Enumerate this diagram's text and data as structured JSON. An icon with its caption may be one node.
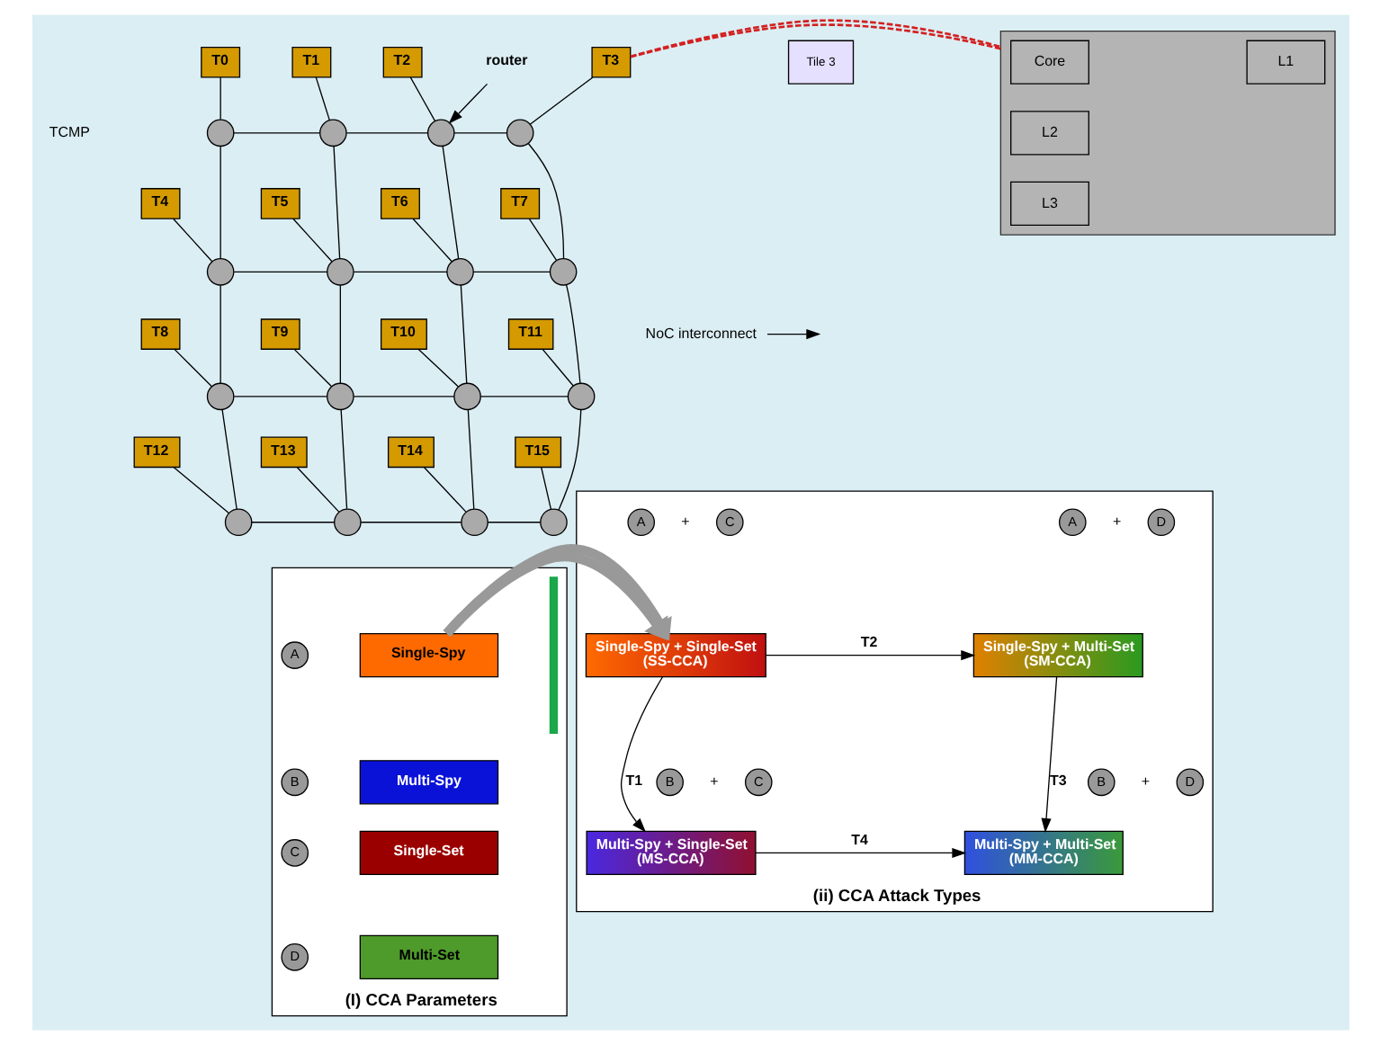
{
  "diagram": {
    "nodes": [
      {
        "text": [
          "T0"
        ]
      },
      {
        "text": [
          "T1"
        ]
      },
      {
        "text": [
          "T2"
        ]
      },
      {
        "text": [
          "T3"
        ]
      },
      {
        "text": [
          "T4"
        ]
      },
      {
        "text": [
          "T5"
        ]
      },
      {
        "text": [
          "T6"
        ]
      },
      {
        "text": [
          "T7"
        ]
      },
      {
        "text": [
          "T8"
        ]
      },
      {
        "text": [
          "T9"
        ]
      },
      {
        "text": [
          "T10"
        ]
      },
      {
        "text": [
          "T11"
        ]
      },
      {
        "text": [
          "T12"
        ]
      },
      {
        "text": [
          "T13"
        ]
      },
      {
        "text": [
          "T14"
        ]
      },
      {
        "text": [
          "T15"
        ]
      },
      {
        "text": [],
        "shape": "circle"
      },
      {
        "text": [],
        "shape": "circle"
      },
      {
        "text": [],
        "shape": "circle"
      },
      {
        "text": [],
        "shape": "circle"
      },
      {
        "text": [],
        "shape": "circle"
      },
      {
        "text": [],
        "shape": "circle"
      },
      {
        "text": [],
        "shape": "circle"
      },
      {
        "text": [],
        "shape": "circle"
      },
      {
        "text": [],
        "shape": "circle"
      },
      {
        "text": [],
        "shape": "circle"
      },
      {
        "text": [],
        "shape": "circle"
      },
      {
        "text": [],
        "shape": "circle"
      },
      {
        "text": [],
        "shape": "circle"
      },
      {
        "text": [],
        "shape": "circle"
      },
      {
        "text": [],
        "shape": "circle"
      },
      {
        "text": [],
        "shape": "circle"
      },
      {
        "text": [
          "router"
        ]
      },
      {
        "text": [
          "NoC interconnect"
        ]
      },
      {
        "text": [
          "Tile 3"
        ]
      },
      {
        "text": [],
        "shape": "box"
      },
      {
        "text": [
          "Core"
        ],
        "in": 35
      },
      {
        "text": [
          "L1"
        ],
        "in": 35
      },
      {
        "text": [
          "L2"
        ],
        "in": 35
      },
      {
        "text": [
          "L3"
        ],
        "in": 35
      },
      {
        "text": [
          "(I) CCA Parameters"
        ]
      },
      {
        "text": [
          "A"
        ],
        "in": 40
      },
      {
        "text": [
          "Single-Spy"
        ],
        "in": 40
      },
      {
        "text": [
          "B"
        ],
        "in": 40
      },
      {
        "text": [
          "Multi-Spy"
        ],
        "in": 40
      },
      {
        "text": [
          "C"
        ],
        "in": 40
      },
      {
        "text": [
          "Single-Set"
        ],
        "in": 40
      },
      {
        "text": [
          "D"
        ],
        "in": 40
      },
      {
        "text": [
          "Multi-Set"
        ],
        "in": 40
      },
      {
        "text": [],
        "shape": "bar",
        "in": 40
      },
      {
        "text": [
          "(ii) CCA Attack Types"
        ]
      },
      {
        "text": [
          "Single-Spy + Single-Set",
          "(SS-CCA)"
        ],
        "in": 50
      },
      {
        "text": [
          "Single-Spy + Multi-Set",
          "(SM-CCA)"
        ],
        "in": 50
      },
      {
        "text": [
          "Multi-Spy + Single-Set",
          "(MS-CCA)"
        ],
        "in": 50
      },
      {
        "text": [
          "Multi-Spy + Multi-Set",
          "(MM-CCA)"
        ],
        "in": 50
      },
      {
        "text": [
          "A"
        ],
        "in": 50
      },
      {
        "text": [
          "C"
        ],
        "in": 50
      },
      {
        "text": [
          "A"
        ],
        "in": 50
      },
      {
        "text": [
          "D"
        ],
        "in": 50
      },
      {
        "text": [
          "B"
        ],
        "in": 50
      },
      {
        "text": [
          "C"
        ],
        "in": 50
      },
      {
        "text": [
          "B"
        ],
        "in": 50
      },
      {
        "text": [
          "D"
        ],
        "in": 50
      }
    ],
    "edges": [
      {
        "from": 0,
        "to": 16,
        "arrow": "none"
      },
      {
        "from": 1,
        "to": 17,
        "arrow": "none"
      },
      {
        "from": 2,
        "to": 18,
        "arrow": "none"
      },
      {
        "from": 3,
        "to": 19,
        "arrow": "none"
      },
      {
        "from": 4,
        "to": 20,
        "arrow": "none"
      },
      {
        "from": 5,
        "to": 21,
        "arrow": "none"
      },
      {
        "from": 6,
        "to": 22,
        "arrow": "none"
      },
      {
        "from": 7,
        "to": 23,
        "arrow": "none"
      },
      {
        "from": 8,
        "to": 24,
        "arrow": "none"
      },
      {
        "from": 9,
        "to": 25,
        "arrow": "none"
      },
      {
        "from": 10,
        "to": 26,
        "arrow": "none"
      },
      {
        "from": 11,
        "to": 27,
        "arrow": "none"
      },
      {
        "from": 12,
        "to": 28,
        "arrow": "none"
      },
      {
        "from": 13,
        "to": 29,
        "arrow": "none"
      },
      {
        "from": 14,
        "to": 30,
        "arrow": "none"
      },
      {
        "from": 15,
        "to": 31,
        "arrow": "none"
      },
      {
        "from": 16,
        "to": 17,
        "arrow": "none"
      },
      {
        "from": 17,
        "to": 18,
        "arrow": "none"
      },
      {
        "from": 18,
        "to": 19,
        "arrow": "none"
      },
      {
        "from": 20,
        "to": 21,
        "arrow": "none"
      },
      {
        "from": 21,
        "to": 22,
        "arrow": "none"
      },
      {
        "from": 22,
        "to": 23,
        "arrow": "none"
      },
      {
        "from": 24,
        "to": 25,
        "arrow": "none"
      },
      {
        "from": 25,
        "to": 26,
        "arrow": "none"
      },
      {
        "from": 26,
        "to": 27,
        "arrow": "none"
      },
      {
        "from": 28,
        "to": 29,
        "arrow": "none"
      },
      {
        "from": 29,
        "to": 30,
        "arrow": "none"
      },
      {
        "from": 30,
        "to": 31,
        "arrow": "none"
      },
      {
        "from": 16,
        "to": 20,
        "arrow": "none"
      },
      {
        "from": 20,
        "to": 24,
        "arrow": "none"
      },
      {
        "from": 24,
        "to": 28,
        "arrow": "none"
      },
      {
        "from": 17,
        "to": 21,
        "arrow": "none"
      },
      {
        "from": 21,
        "to": 25,
        "arrow": "none"
      },
      {
        "from": 25,
        "to": 29,
        "arrow": "none"
      },
      {
        "from": 18,
        "to": 22,
        "arrow": "none"
      },
      {
        "from": 22,
        "to": 26,
        "arrow": "none"
      },
      {
        "from": 26,
        "to": 30,
        "arrow": "none"
      },
      {
        "from": 19,
        "to": 23,
        "arrow": "none"
      },
      {
        "from": 23,
        "to": 27,
        "arrow": "none"
      },
      {
        "from": 27,
        "to": 31,
        "arrow": "none"
      },
      {
        "from": 32,
        "to": 18,
        "arrow": "to"
      },
      {
        "from": 33,
        "to": null,
        "arrow": "to"
      },
      {
        "from": 3,
        "to": 35,
        "arrow": "none",
        "style": "dashed",
        "color": "#d42020"
      },
      {
        "from": 3,
        "to": 35,
        "arrow": "none",
        "style": "dashed",
        "color": "#d42020"
      },
      {
        "from": 40,
        "to": 50,
        "arrow": "to",
        "style": "thick",
        "color": "#999999"
      },
      {
        "from": 51,
        "to": 53,
        "label": "T1",
        "arrow": "to"
      },
      {
        "from": 51,
        "to": 52,
        "label": "T2",
        "arrow": "to"
      },
      {
        "from": 52,
        "to": 54,
        "label": "T3",
        "arrow": "to"
      },
      {
        "from": 53,
        "to": 54,
        "label": "T4",
        "arrow": "to"
      }
    ],
    "labels": [
      "TCMP",
      "+",
      "+",
      "+",
      "+"
    ]
  }
}
